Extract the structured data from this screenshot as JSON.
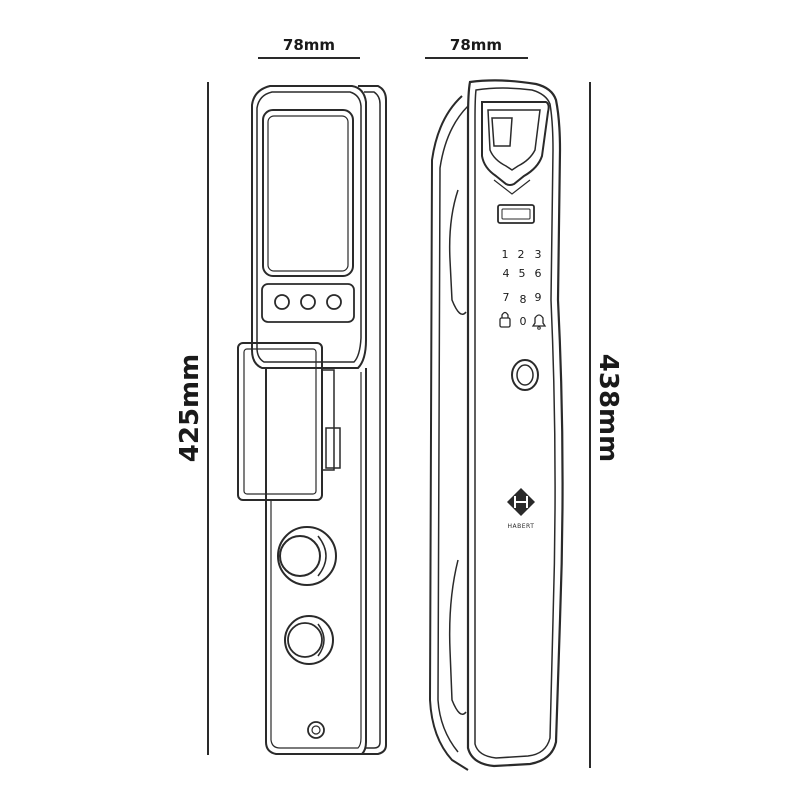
{
  "dimensions": {
    "back_width": "78mm",
    "front_width": "78mm",
    "back_height": "425mm",
    "front_height": "438mm"
  },
  "keypad": {
    "keys": [
      "1",
      "2",
      "3",
      "4",
      "5",
      "6",
      "7",
      "8",
      "9",
      "0"
    ],
    "lock_icon": "lock-icon",
    "bell_icon": "bell-icon"
  },
  "logo": {
    "text": "HABERT"
  },
  "colors": {
    "line": "#2a2a2a",
    "text": "#1a1a1a",
    "background": "#ffffff"
  }
}
